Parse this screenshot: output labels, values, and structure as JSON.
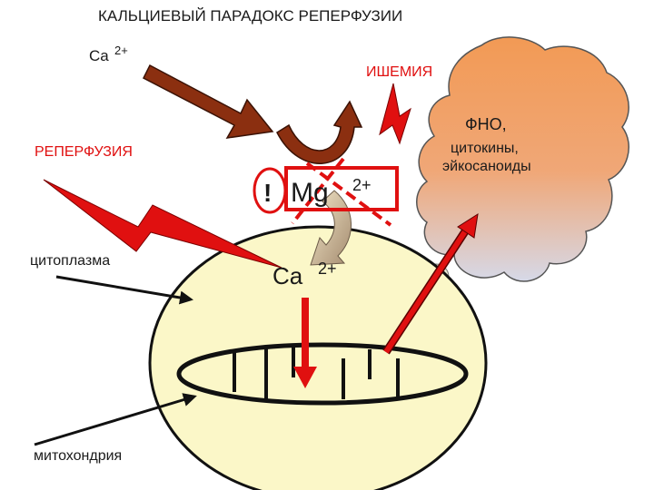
{
  "title": "КАЛЬЦИЕВЫЙ ПАРАДОКС РЕПЕРФУЗИИ",
  "labels": {
    "ca_top": "Ca",
    "ca_top_charge": "2+",
    "ischemia": "ИШЕМИЯ",
    "reperfusion": "РЕПЕРФУЗИЯ",
    "cytoplasm": "цитоплазма",
    "mitochondria": "митохондрия",
    "exclamation": "!",
    "mg": "Mg",
    "mg_charge": "2+",
    "ca_cell": "Ca",
    "ca_cell_charge": "2+",
    "cloud_line1": "ФНО,",
    "cloud_line2": "цитокины,",
    "cloud_line3": "эйкосаноиды"
  },
  "colors": {
    "cell_fill": "#fbf7c8",
    "cloud_top": "#f29a55",
    "cloud_bottom": "#d6d9e8",
    "brown_arrow": "#8b2f10",
    "red": "#e01010",
    "mg_box": "#e01010"
  },
  "icons": {
    "ca_arrow": "brown-arrow-icon",
    "curved_arrow": "brown-u-turn-arrow-icon",
    "mg_release_arrow": "gray-curved-arrow-icon",
    "lightning": "lightning-bolt-icon"
  }
}
